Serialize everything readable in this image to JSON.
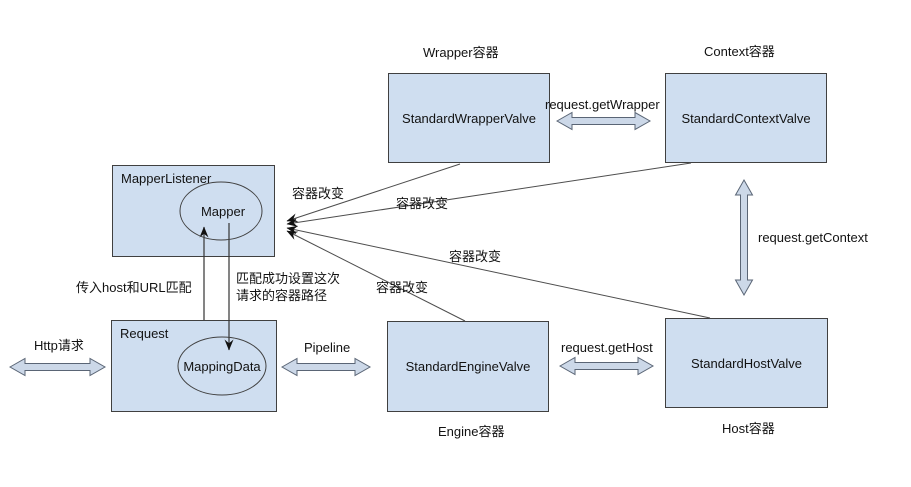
{
  "diagram": {
    "boxes": {
      "wrapper": {
        "label": "StandardWrapperValve",
        "caption": "Wrapper容器"
      },
      "context": {
        "label": "StandardContextValve",
        "caption": "Context容器"
      },
      "engine": {
        "label": "StandardEngineValve",
        "caption": "Engine容器"
      },
      "host": {
        "label": "StandardHostValve",
        "caption": "Host容器"
      },
      "mapper_listener": {
        "label": "MapperListener",
        "inner": "Mapper"
      },
      "request": {
        "label": "Request",
        "inner": "MappingData"
      }
    },
    "connectors": {
      "http": {
        "label": "Http请求"
      },
      "pipeline": {
        "label": "Pipeline"
      },
      "get_host": {
        "label": "request.getHost"
      },
      "get_wrapper": {
        "label": "request.getWrapper"
      },
      "get_context": {
        "label": "request.getContext"
      }
    },
    "annotations": {
      "container_change": "容器改变",
      "host_url_match": "传入host和URL匹配",
      "match_success_line1": "匹配成功设置这次",
      "match_success_line2": "请求的容器路径"
    },
    "colors": {
      "box_fill": "#cfdef0",
      "box_border": "#404040",
      "line": "#4d4d4d",
      "arrowhead": "#111111",
      "block_arrow_fill": "#ccd8e8",
      "block_arrow_stroke": "#5a6575"
    }
  }
}
